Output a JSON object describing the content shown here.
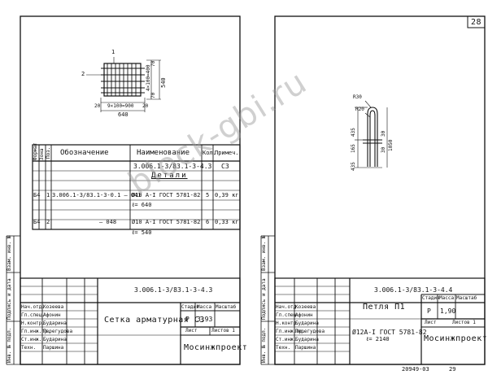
{
  "page_number": "28",
  "watermark": "block-gbi.ru",
  "left_sheet": {
    "mesh_labels": {
      "pos_1": "1",
      "pos_2": "2",
      "h_dim": "9×100=900",
      "v_dim": "4×100=400",
      "total_w": "640",
      "total_h": "540",
      "edge_20_left": "20",
      "edge_20_right": "20",
      "edge_70_top": "70",
      "edge_70_bot": "70"
    },
    "spec_headers": {
      "format": "Формат",
      "zone": "Зона",
      "pos": "Поз.",
      "designation": "Обозначение",
      "name": "Наименование",
      "qty": "Кол.",
      "note": "Примеч."
    },
    "doc_ref": "3.006.1-3/83.1-3-4.3",
    "doc_format": "С3",
    "section_title": "Детали",
    "rows": [
      {
        "fmt": "Б4",
        "pos": "1",
        "designation": "3.006.1-3/83.1-3-0.1 — 041",
        "name": "Ø10 А-I ГОСТ 5781-82",
        "length": "ℓ= 640",
        "qty": "5",
        "note": "0,39 кг"
      },
      {
        "fmt": "Б4",
        "pos": "2",
        "designation": "— 048",
        "name": "Ø10 А-I ГОСТ 5781-82",
        "length": "ℓ= 540",
        "qty": "6",
        "note": "0,33 кг"
      }
    ],
    "side_labels": {
      "inv_orig": "Инв. № подл.",
      "sign_date": "Подпись и дата",
      "vzam_inv": "Взам. инв. №"
    },
    "stamp": {
      "code": "3.006.1-3/83.1-3-4.3",
      "title": "Сетка арматурная С3",
      "hdr_stage": "Стадия",
      "hdr_mass": "Масса",
      "hdr_scale": "Масштаб",
      "stage": "Р",
      "mass": "3,93",
      "sheet": "Лист",
      "sheets": "Листов 1",
      "org": "Мосинжпроект",
      "roles": [
        "Нач.отд.",
        "Гл.спец.",
        "Н.контр.",
        "Гл.инж.пр.",
        "Ст.инж.",
        "Техн."
      ],
      "names": [
        "Козеева",
        "Афонин",
        "Бударина",
        "Перегудова",
        "Бударина",
        "Паршина"
      ]
    }
  },
  "right_sheet": {
    "loop_labels": {
      "r1": "R30",
      "r2": "R20",
      "d1": "435",
      "d2": "165",
      "d3": "435",
      "d4": "30",
      "d5": "30",
      "d6": "1050"
    },
    "side_labels": {
      "inv_orig": "Инв. № подл.",
      "sign_date": "Подпись и дата",
      "vzam_inv": "Взам. инв. №"
    },
    "stamp": {
      "code": "3.006.1-3/83.1-3-4.4",
      "title": "Петля П1",
      "material": "Ø12А-I ГОСТ 5781-82",
      "length": "ℓ= 2140",
      "hdr_stage": "Стадия",
      "hdr_mass": "Масса",
      "hdr_scale": "Масштаб",
      "stage": "Р",
      "mass": "1,90",
      "sheet": "Лист",
      "sheets": "Листов 1",
      "org": "Мосинжпроект",
      "roles": [
        "Нач.отд.",
        "Гл.спец.",
        "Н.контр.",
        "Гл.инж.пр.",
        "Ст.инж.",
        "Техн."
      ],
      "names": [
        "Козеева",
        "Афонин",
        "Бударина",
        "Перегудова",
        "Бударина",
        "Паршина"
      ]
    },
    "bottom_code": "20949-03",
    "bottom_page": "29"
  }
}
